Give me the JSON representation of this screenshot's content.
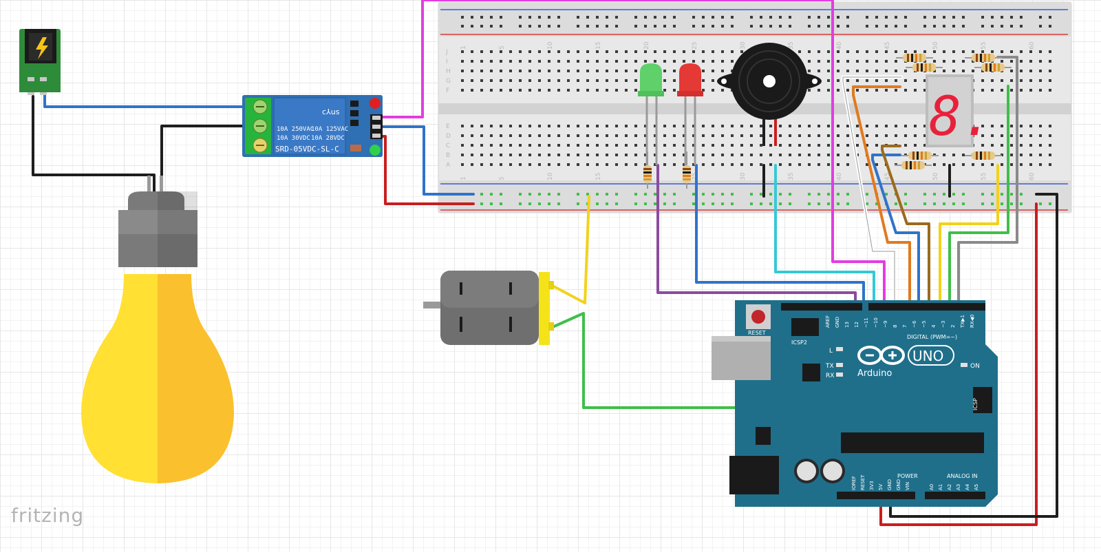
{
  "brand": "fritzing",
  "relay": {
    "ratings": [
      "10A 250VAC",
      "10A 125VAC",
      "10A 30VDC",
      "10A 28VDC"
    ],
    "model": "SRD-05VDC-SL-C",
    "cert": "c⅄us"
  },
  "breadboard": {
    "column_numbers": [
      "1",
      "5",
      "10",
      "15",
      "20",
      "25",
      "30",
      "35",
      "40",
      "45",
      "50",
      "55",
      "60"
    ],
    "row_letters_top": [
      "J",
      "I",
      "H",
      "G",
      "F"
    ],
    "row_letters_bottom": [
      "E",
      "D",
      "C",
      "B",
      "A"
    ]
  },
  "arduino": {
    "reset_label": "RESET",
    "icsp2_label": "ICSP2",
    "icsp_label": "ICSP",
    "on_label": "ON",
    "l_label": "L",
    "tx_label": "TX",
    "rx_label": "RX",
    "logo_text": "Arduino",
    "uno_text": "UNO",
    "digital_label": "DIGITAL (PWM=~)",
    "power_label": "POWER",
    "analog_label": "ANALOG IN",
    "top_pins": [
      "AREF",
      "GND",
      "13",
      "12",
      "~11",
      "~10",
      "~9",
      "8",
      "7",
      "~6",
      "~5",
      "4",
      "~3",
      "2",
      "TX▶1",
      "RX◀0"
    ],
    "power_pins": [
      "IOREF",
      "RESET",
      "3V3",
      "5V",
      "GND",
      "GND",
      "VIN"
    ],
    "analog_pins": [
      "A0",
      "A1",
      "A2",
      "A3",
      "A4",
      "A5"
    ]
  },
  "display_digit": "8.",
  "colors": {
    "wire_blue": "#2f73c9",
    "wire_black": "#1e1e1e",
    "wire_red": "#c81e1e",
    "wire_magenta": "#e23de0",
    "wire_yellow": "#f2d21b",
    "wire_green": "#3fbf4a",
    "wire_purple": "#8b4b9e",
    "wire_cyan": "#35c9d6",
    "wire_orange": "#e07a1e",
    "wire_brown": "#9a6a1c",
    "wire_gray": "#8a8a8a",
    "arduino_board": "#1f6f8b",
    "relay_board": "#2f6fb3",
    "bulb_yellow": "#ffe033",
    "bulb_orange": "#fbc02d"
  }
}
